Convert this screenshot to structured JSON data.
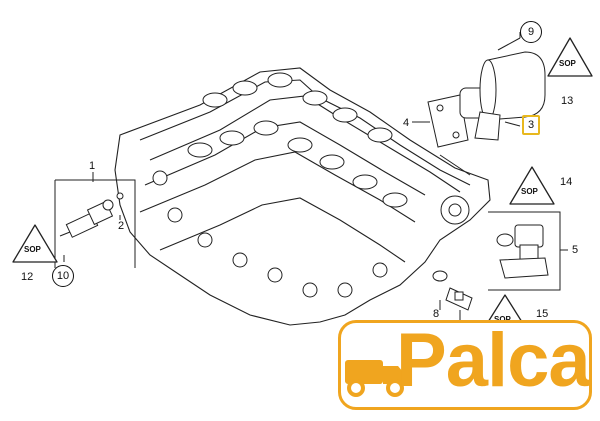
{
  "callouts": {
    "c1": "1",
    "c2": "2",
    "c3": "3",
    "c4": "4",
    "c5": "5",
    "c8": "8",
    "c9": "9",
    "c10a": "10",
    "c10b": "10",
    "c12": "12",
    "c13": "13",
    "c14": "14",
    "c15": "15"
  },
  "triangle_badge": "SOP",
  "logo": {
    "text": "Palca",
    "color": "#f0a51f"
  },
  "colors": {
    "line": "#111111",
    "highlight": "#e8b81e",
    "brand": "#f0a51f"
  }
}
